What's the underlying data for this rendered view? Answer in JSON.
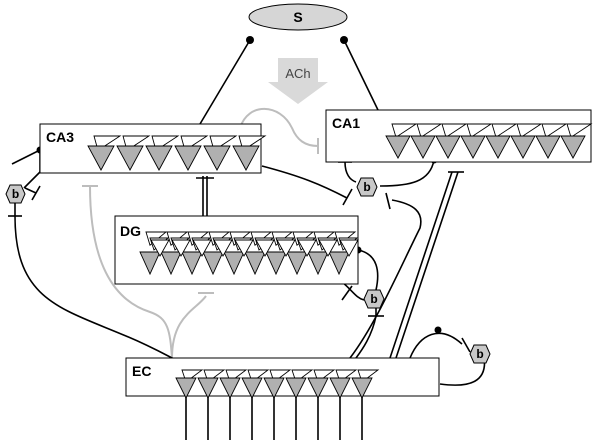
{
  "source_label": "S",
  "modulator_label": "ACh",
  "regions": {
    "ca3": "CA3",
    "ca1": "CA1",
    "dg": "DG",
    "ec": "EC"
  },
  "interneuron_label": "b",
  "colors": {
    "neuron_fill": "#b0b0b0",
    "interneuron_fill": "#c8c8c8",
    "modulated_pathway": "#bdbdbd",
    "arrow_fill": "#d9d9d9"
  }
}
